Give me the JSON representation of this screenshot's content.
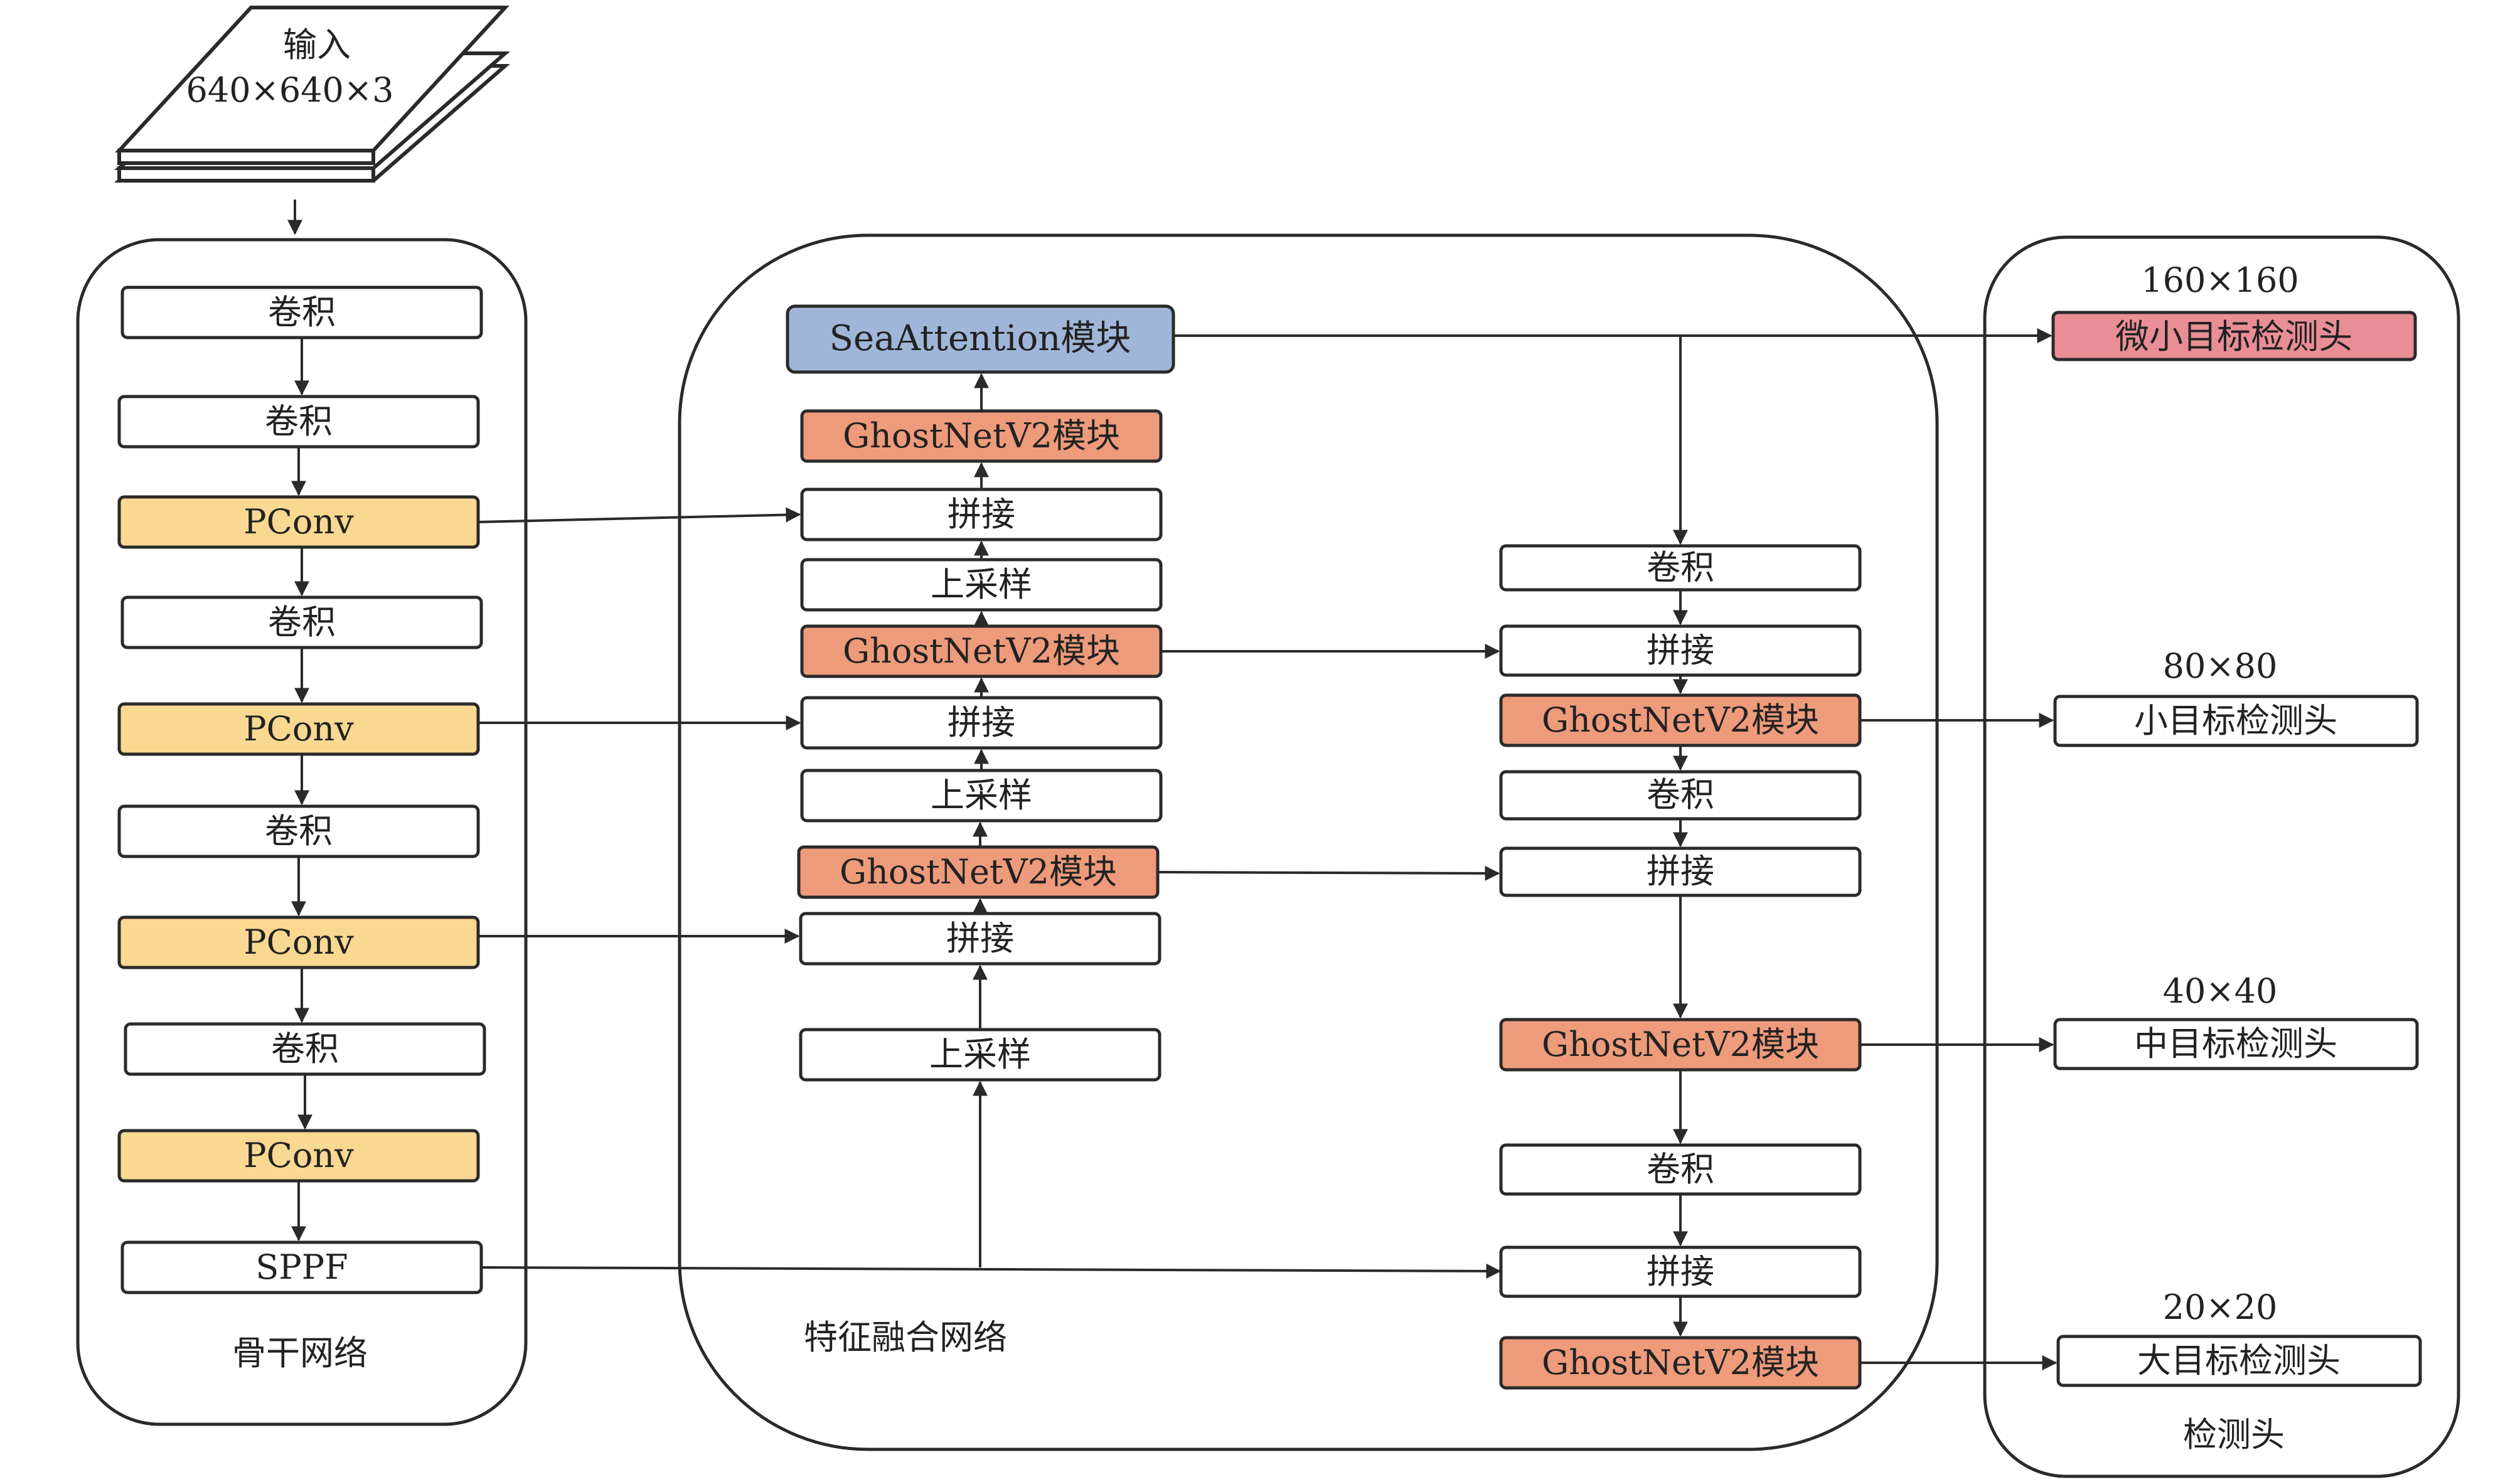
{
  "input": {
    "line1": "输入",
    "line2": "640×640×3"
  },
  "panels": {
    "backbone": "骨干网络",
    "neck": "特征融合网络",
    "head": "检测头"
  },
  "backbone": [
    "卷积",
    "卷积",
    "PConv",
    "卷积",
    "PConv",
    "卷积",
    "PConv",
    "卷积",
    "PConv",
    "SPPF"
  ],
  "neck_up": {
    "sea": "SeaAttention模块",
    "ghost1": "GhostNetV2模块",
    "concat1": "拼接",
    "up1": "上采样",
    "ghost2": "GhostNetV2模块",
    "concat2": "拼接",
    "up2": "上采样",
    "ghost3": "GhostNetV2模块",
    "concat3": "拼接",
    "up3": "上采样"
  },
  "neck_down": {
    "conv1": "卷积",
    "concat1": "拼接",
    "ghost1": "GhostNetV2模块",
    "conv2": "卷积",
    "concat2": "拼接",
    "ghost2": "GhostNetV2模块",
    "conv3": "卷积",
    "concat3": "拼接",
    "ghost3": "GhostNetV2模块"
  },
  "heads": [
    {
      "size": "160×160",
      "label": "微小目标检测头"
    },
    {
      "size": "80×80",
      "label": "小目标检测头"
    },
    {
      "size": "40×40",
      "label": "中目标检测头"
    },
    {
      "size": "20×20",
      "label": "大目标检测头"
    }
  ],
  "colors": {
    "pconv": "#F9D892",
    "ghost": "#EE9B7B",
    "sea": "#9FB6D8",
    "tiny_head": "#E98E96",
    "plain": "#FFFFFF",
    "stroke": "#2A2A2A"
  }
}
